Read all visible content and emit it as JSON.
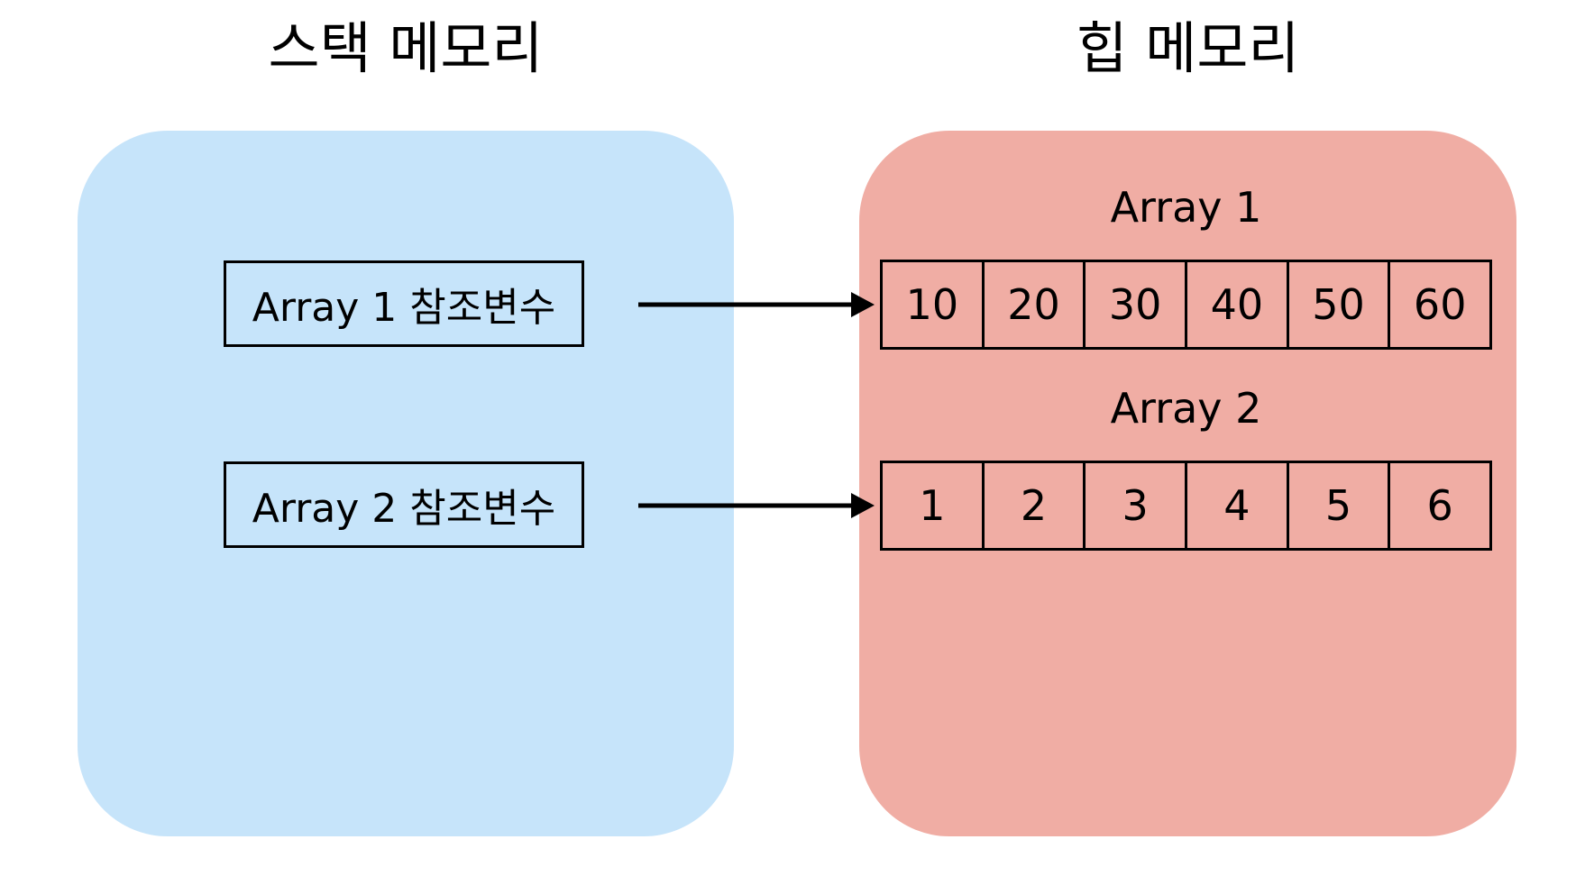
{
  "colors": {
    "stack_fill": "#c6e4fa",
    "heap_fill": "#f0ada4",
    "stroke": "#000000"
  },
  "stack": {
    "title": "스택 메모리",
    "refs": [
      {
        "label": "Array 1 참조변수"
      },
      {
        "label": "Array 2 참조변수"
      }
    ]
  },
  "heap": {
    "title": "힙 메모리",
    "arrays": [
      {
        "label": "Array 1",
        "values": [
          "10",
          "20",
          "30",
          "40",
          "50",
          "60"
        ]
      },
      {
        "label": "Array 2",
        "values": [
          "1",
          "2",
          "3",
          "4",
          "5",
          "6"
        ]
      }
    ]
  },
  "arrows": [
    {
      "from": "Array 1 참조변수",
      "to": "Array 1"
    },
    {
      "from": "Array 2 참조변수",
      "to": "Array 2"
    }
  ]
}
